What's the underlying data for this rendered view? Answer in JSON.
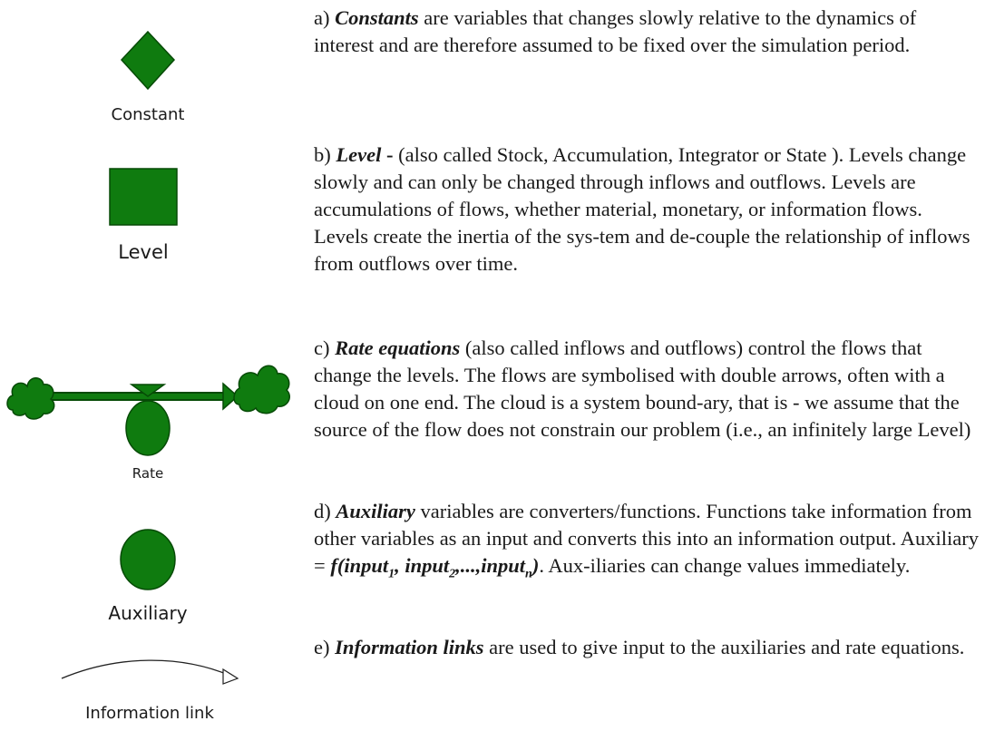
{
  "legend": {
    "constant": "Constant",
    "level": "Level",
    "rate": "Rate",
    "auxiliary": "Auxiliary",
    "information_link": "Information link",
    "symbol_color": "#0f7b0f"
  },
  "definitions": {
    "a": {
      "prefix": "a) ",
      "term": "Constants",
      "body": " are variables that changes slowly relative to the dynamics of interest and are therefore assumed to be fixed over the simulation period."
    },
    "b": {
      "prefix": "b) ",
      "term": "Level",
      "dash": " - ",
      "body": "(also called Stock, Accumulation, Integrator or State ). Levels change slowly  and can only be changed through inflows and outflows.  Levels are accumulations of flows, whether material, monetary,  or information flows. Levels create the inertia of the sys-tem and de-couple the relationship of  inflows from outflows over time."
    },
    "c": {
      "prefix": "c) ",
      "term": "Rate equations",
      "body": " (also called inflows and outflows) control the flows that change the levels.  The flows are symbolised with double arrows, often with a cloud on one end.  The cloud is a system bound-ary, that is - we assume that the source of the flow does not constrain our problem (i.e., an infinitely large Level)"
    },
    "d": {
      "prefix": "d) ",
      "term": "Auxiliary",
      "body": " variables are converters/functions.  Functions take information from other variables as an input  and converts  this into an information output.  Auxiliary = ",
      "formula_f": "f(input",
      "sub1": "1",
      "mid1": ", input",
      "sub2": "2",
      "mid2": ",...,input",
      "subn": "n",
      "close": ")",
      "tail": ".  Aux-iliaries can change values immediately."
    },
    "e": {
      "prefix": "e) ",
      "term": "Information links",
      "body": " are used to give input to the auxiliaries and rate equations."
    }
  }
}
